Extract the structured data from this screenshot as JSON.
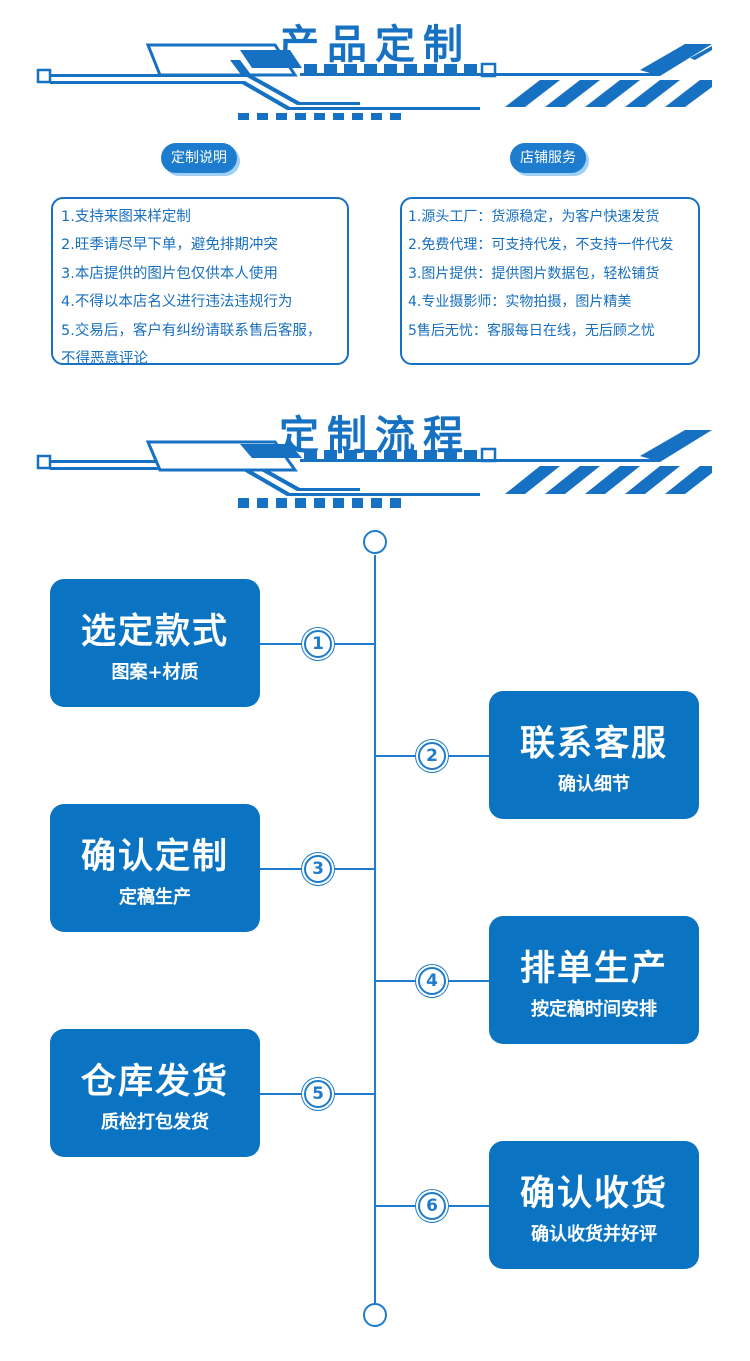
{
  "section1": {
    "title": "产品定制"
  },
  "custom_notes": {
    "label": "定制说明",
    "lines": [
      "1.支持来图来样定制",
      "2.旺季请尽早下单，避免排期冲突",
      "3.本店提供的图片包仅供本人使用",
      "4.不得以本店名义进行违法违规行为",
      "5.交易后，客户有纠纷请联系售后客服，",
      "不得恶意评论"
    ]
  },
  "store_service": {
    "label": "店铺服务",
    "lines": [
      "1.源头工厂：货源稳定，为客户快速发货",
      "2.免费代理：可支持代发，不支持一件代发",
      "3.图片提供：提供图片数据包，轻松铺货",
      "4.专业摄影师：实物拍摄，图片精美",
      "5售后无忧：客服每日在线，无后顾之忧"
    ]
  },
  "section2": {
    "title": "定制流程"
  },
  "steps": [
    {
      "num": "1",
      "title": "选定款式",
      "sub": "图案+材质"
    },
    {
      "num": "2",
      "title": "联系客服",
      "sub": "确认细节"
    },
    {
      "num": "3",
      "title": "确认定制",
      "sub": "定稿生产"
    },
    {
      "num": "4",
      "title": "排单生产",
      "sub": "按定稿时间安排"
    },
    {
      "num": "5",
      "title": "仓库发货",
      "sub": "质检打包发货"
    },
    {
      "num": "6",
      "title": "确认收货",
      "sub": "确认收货并好评"
    }
  ],
  "colors": {
    "primary": "#1771c3",
    "box": "#0a74c2",
    "shadow": "#9fd0f3"
  }
}
